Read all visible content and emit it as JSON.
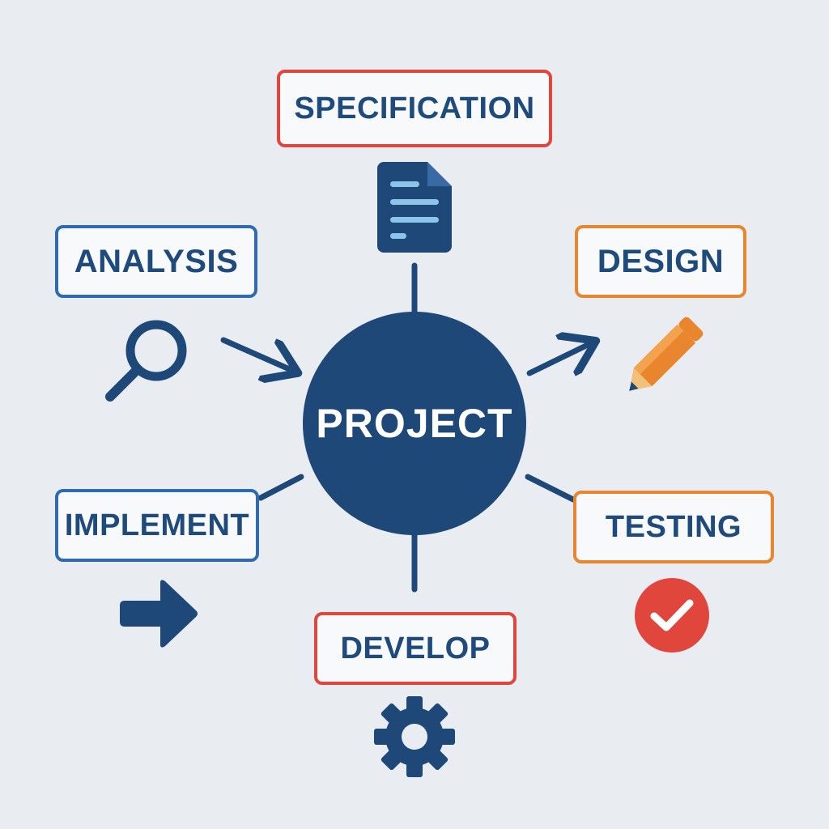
{
  "center": {
    "label": "PROJECT"
  },
  "stages": {
    "specification": {
      "label": "SPECIFICATION",
      "border_color": "#e0463c",
      "icon": "document-icon"
    },
    "analysis": {
      "label": "ANALYSIS",
      "border_color": "#2f6bb0",
      "icon": "magnifier-icon"
    },
    "design": {
      "label": "DESIGN",
      "border_color": "#e8852d",
      "icon": "pencil-icon"
    },
    "implement": {
      "label": "IMPLEMENT",
      "border_color": "#2f6bb0",
      "icon": "arrow-right-icon"
    },
    "testing": {
      "label": "TESTING",
      "border_color": "#e8852d",
      "icon": "check-circle-icon"
    },
    "develop": {
      "label": "DEVELOP",
      "border_color": "#e0463c",
      "icon": "gear-icon"
    }
  },
  "colors": {
    "navy": "#1d4878",
    "background": "#e9edf2",
    "red": "#e0463c",
    "orange": "#e8852d",
    "blue": "#2f6bb0"
  }
}
